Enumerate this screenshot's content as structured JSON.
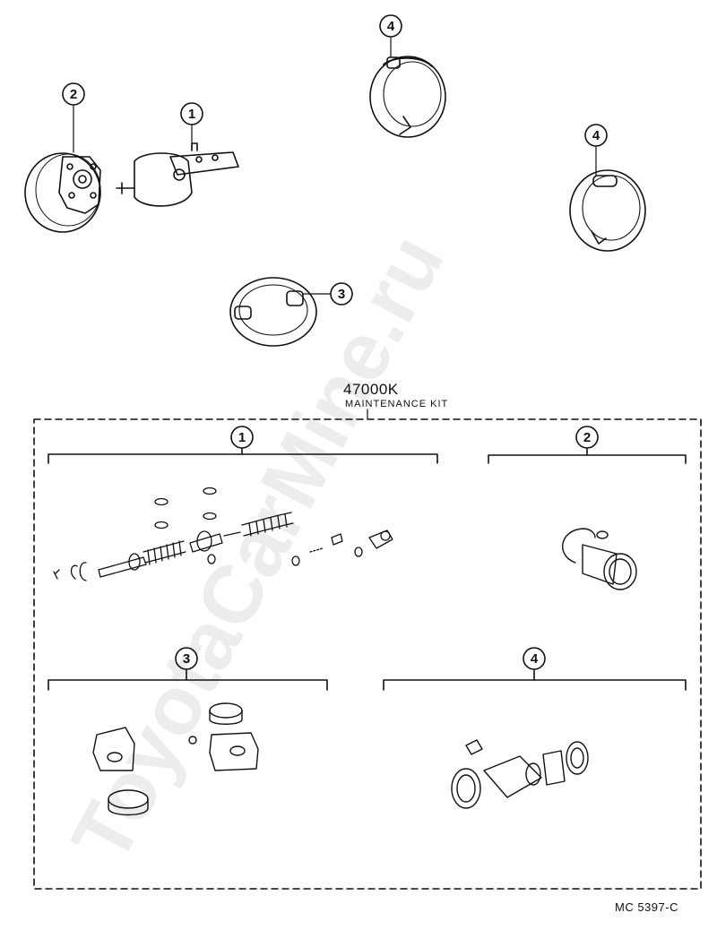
{
  "kit": {
    "part_number": "47000K",
    "name": "MAINTENANCE KIT"
  },
  "figure_code": "MC  5397-C",
  "watermark": "ToyotaCarMine.ru",
  "callouts": {
    "top_master_cylinder": "1",
    "top_booster_unit": "2",
    "top_shoe_front": "3",
    "top_shoe_rear_a": "4",
    "top_shoe_rear_b": "4",
    "kit_master_cylinder": "1",
    "kit_booster": "2",
    "kit_caliper": "3",
    "kit_wheel_cylinder": "4"
  }
}
